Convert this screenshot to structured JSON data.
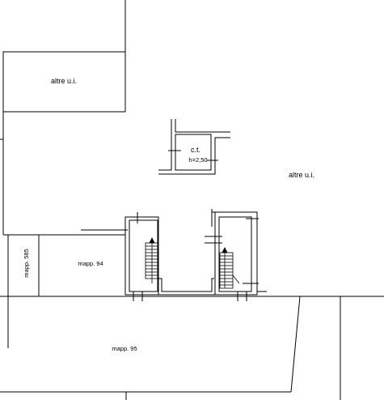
{
  "labels": {
    "altre_top": "altre u.i.",
    "altre_right": "altre u.i.",
    "ct": "c.t.",
    "ct_height": "h=2,50",
    "mapp_585": "mapp. 585",
    "mapp_94": "mapp. 94",
    "mapp_95": "mapp. 95"
  },
  "colors": {
    "line": "#000000",
    "thin_line": "#555555",
    "background": "#ffffff"
  }
}
